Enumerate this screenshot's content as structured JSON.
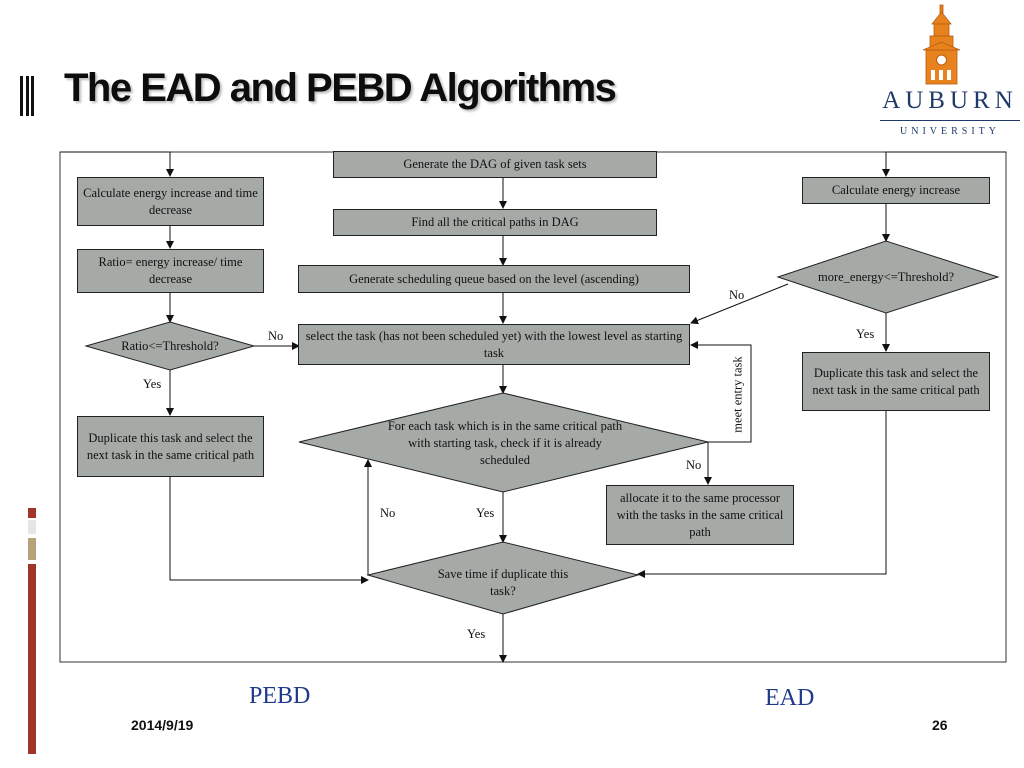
{
  "slide": {
    "title": "The EAD and PEBD Algorithms",
    "date": "2014/9/19",
    "page_number": "26"
  },
  "logo": {
    "name": "AUBURN",
    "subtitle": "UNIVERSITY",
    "icon": "tower-icon"
  },
  "colors": {
    "box_fill": "#a6aaa7",
    "caption": "#1f3a8a",
    "logo_orange": "#e8821e",
    "logo_navy": "#1f3a68",
    "accent_red": "#a0352a",
    "accent_tan": "#b8a27a"
  },
  "flowchart": {
    "center": {
      "generate_dag": "Generate the DAG of given task sets",
      "find_critical_paths": "Find all the critical paths in DAG",
      "generate_queue": "Generate scheduling queue based on the level (ascending)",
      "select_task": "select the task (has not been scheduled yet) with the lowest level as starting task",
      "check_decision": "For each task which is in the same critical path with starting task, check if it is already scheduled",
      "allocate": "allocate it to the same processor with the tasks in the same critical path",
      "save_time_decision": "Save time if duplicate this task?"
    },
    "pebd": {
      "calc": "Calculate energy increase and time decrease",
      "ratio": "Ratio= energy increase/ time decrease",
      "ratio_decision": "Ratio<=Threshold?",
      "duplicate": "Duplicate this task and select the next task in the same critical path"
    },
    "ead": {
      "calc": "Calculate energy increase",
      "energy_decision": "more_energy<=Threshold?",
      "duplicate": "Duplicate this task and select the next task in the same critical path"
    },
    "labels": {
      "no": "No",
      "yes": "Yes",
      "meet_entry_task": "meet entry task"
    },
    "captions": {
      "pebd": "PEBD",
      "ead": "EAD"
    }
  }
}
